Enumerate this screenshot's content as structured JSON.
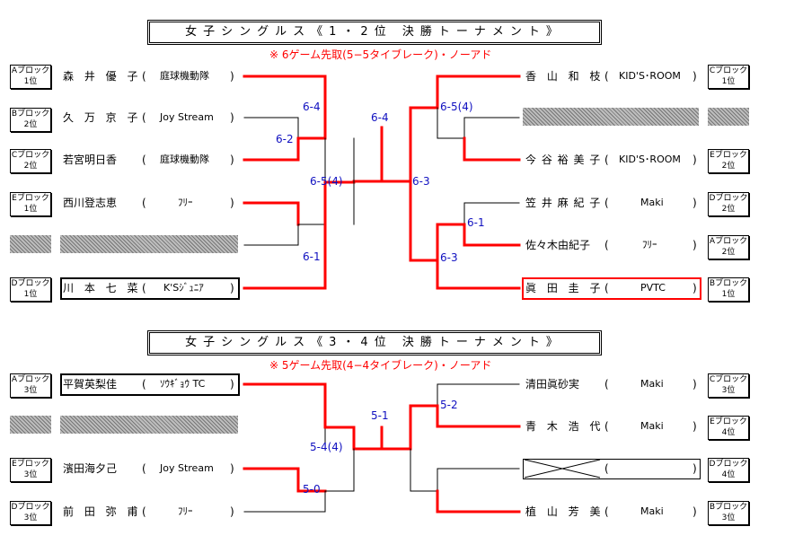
{
  "t1": {
    "title": "女子シングルス《1・2位 決勝トーナメント》",
    "rule": "※ 6ゲーム先取(5−5タイブレーク)・ノーアド",
    "left": [
      {
        "b1": "Aブロック",
        "b2": "1位",
        "name": "森 井 優 子",
        "club": "庭球機動隊"
      },
      {
        "b1": "Bブロック",
        "b2": "2位",
        "name": "久 万 京 子",
        "club": "Joy Stream"
      },
      {
        "b1": "Cブロック",
        "b2": "2位",
        "name": "若宮明日香",
        "club": "庭球機動隊"
      },
      {
        "b1": "Eブロック",
        "b2": "1位",
        "name": "西川登志恵",
        "club": "ﾌﾘｰ"
      },
      {
        "b1": "Dブロック",
        "b2": "1位",
        "name": "川 本 七 菜",
        "club": "K'Sｼﾞｭﾆｱ"
      }
    ],
    "right": [
      {
        "b1": "Cブロック",
        "b2": "1位",
        "name": "香 山 和 枝",
        "club": "KID'S･ROOM"
      },
      {
        "b1": "Eブロック",
        "b2": "2位",
        "name": "今 谷 裕 美 子",
        "club": "KID'S･ROOM"
      },
      {
        "b1": "Dブロック",
        "b2": "2位",
        "name": "笠 井 麻 紀 子",
        "club": "Maki"
      },
      {
        "b1": "Aブロック",
        "b2": "2位",
        "name": "佐々木由紀子",
        "club": "ﾌﾘｰ"
      },
      {
        "b1": "Bブロック",
        "b2": "1位",
        "name": "眞 田 圭 子",
        "club": "PVTC"
      }
    ],
    "scores": [
      "6-4",
      "6-2",
      "6-5(4)",
      "6-1",
      "6-4",
      "6-5(4)",
      "6-3",
      "6-1",
      "6-3"
    ]
  },
  "t2": {
    "title": "女子シングルス《3・4位 決勝トーナメント》",
    "rule": "※ 5ゲーム先取(4−4タイブレーク)・ノーアド",
    "left": [
      {
        "b1": "Aブロック",
        "b2": "3位",
        "name": "平賀英梨佳",
        "club": "ｿｳｷﾞｮｳ TC"
      },
      {
        "b1": "Eブロック",
        "b2": "3位",
        "name": "濱田海夕己",
        "club": "Joy Stream"
      },
      {
        "b1": "Dブロック",
        "b2": "3位",
        "name": "前 田 弥 甫",
        "club": "ﾌﾘｰ"
      }
    ],
    "right": [
      {
        "b1": "Cブロック",
        "b2": "3位",
        "name": "清田眞砂実",
        "club": "Maki"
      },
      {
        "b1": "Eブロック",
        "b2": "4位",
        "name": "青 木 浩 代",
        "club": "Maki"
      },
      {
        "b1": "Dブロック",
        "b2": "4位",
        "name": "",
        "club": ""
      },
      {
        "b1": "Bブロック",
        "b2": "3位",
        "name": "植 山 芳 美",
        "club": "Maki"
      }
    ],
    "scores": [
      "5-4(4)",
      "5-0",
      "5-1",
      "5-2"
    ]
  },
  "paren_open": "(",
  "paren_close": ")"
}
